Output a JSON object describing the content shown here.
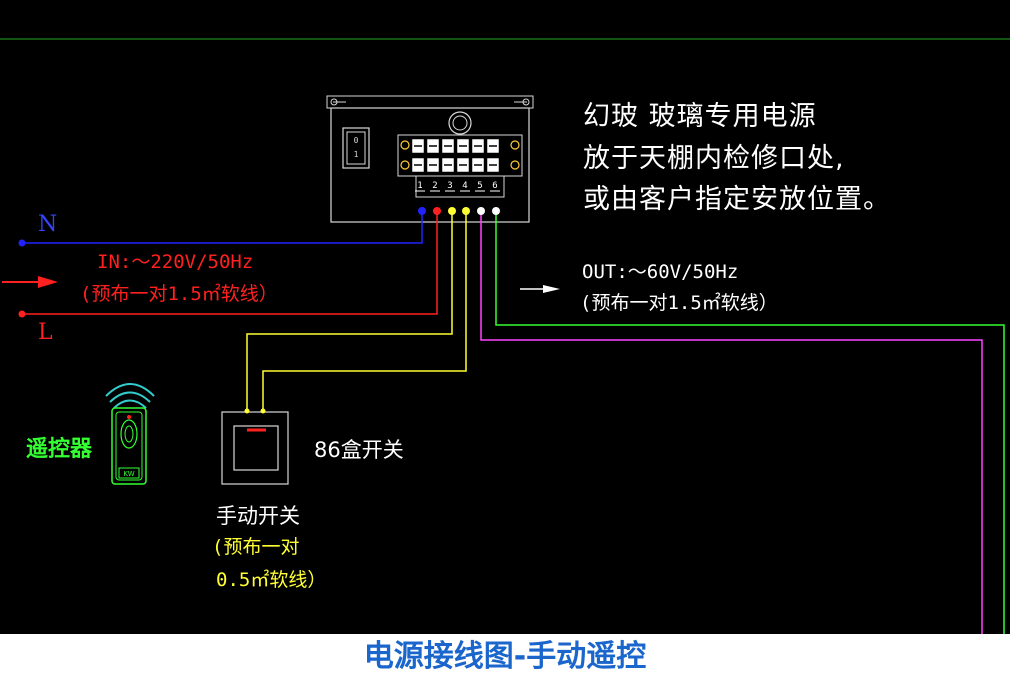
{
  "power_supply": {
    "title": "幻玻 玻璃专用电源",
    "note_line1": "放于天棚内检修口处,",
    "note_line2": "或由客户指定安放位置。",
    "terminal_numbers": [
      "1",
      "2",
      "3",
      "4",
      "5",
      "6"
    ],
    "rocker_switch": {
      "on_mark": "0",
      "off_mark": "1"
    }
  },
  "input": {
    "neutral_label": "N",
    "live_label": "L",
    "spec": "IN:～220V/50Hz",
    "cable": "(预布一对1.5㎡软线）"
  },
  "output": {
    "spec": "OUT:～60V/50Hz",
    "cable": "(预布一对1.5㎡软线）"
  },
  "remote": {
    "label": "遥控器",
    "brand": "KW"
  },
  "manual_switch": {
    "box_label": "86盒开关",
    "label": "手动开关",
    "cable_line1": "(预布一对",
    "cable_line2": "0.5㎡软线）"
  },
  "caption": "电源接线图-手动遥控",
  "colors": {
    "background": "#000000",
    "neutral_wire": "#2222ff",
    "live_wire": "#ff2020",
    "switch_wire": "#ffff33",
    "output_wire_white": "#ff44ff",
    "output_wire_green": "#33ff33",
    "border_line": "#22aa22",
    "remote_label": "#33ff33",
    "note_text": "#ffffff",
    "caption_text": "#1a66cc"
  }
}
